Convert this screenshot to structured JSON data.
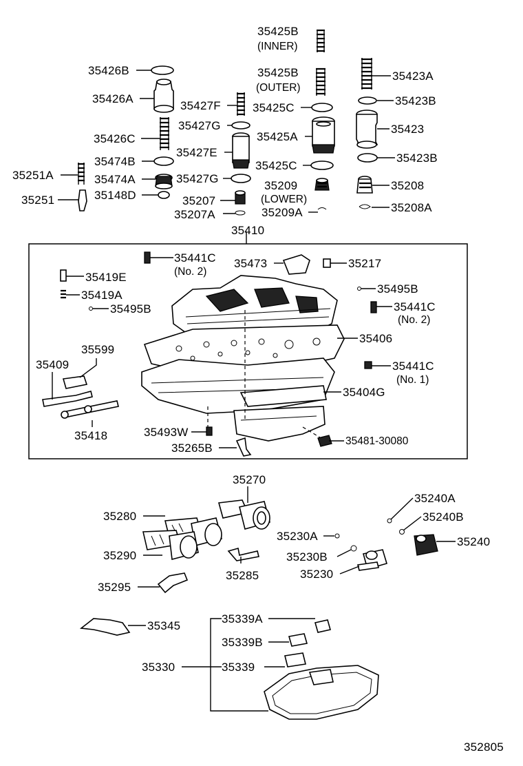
{
  "diagram": {
    "reference_code": "352805",
    "callouts": [
      {
        "id": "c1",
        "text": "35425B"
      },
      {
        "id": "c2",
        "text": "(INNER)"
      },
      {
        "id": "c3",
        "text": "35426B"
      },
      {
        "id": "c4",
        "text": "35425B"
      },
      {
        "id": "c5",
        "text": "(OUTER)"
      },
      {
        "id": "c6",
        "text": "35423A"
      },
      {
        "id": "c7",
        "text": "35426A"
      },
      {
        "id": "c8",
        "text": "35427F"
      },
      {
        "id": "c9",
        "text": "35425C"
      },
      {
        "id": "c10",
        "text": "35423B"
      },
      {
        "id": "c11",
        "text": "35427G"
      },
      {
        "id": "c12",
        "text": "35423"
      },
      {
        "id": "c13",
        "text": "35426C"
      },
      {
        "id": "c14",
        "text": "35425A"
      },
      {
        "id": "c15",
        "text": "35427E"
      },
      {
        "id": "c16",
        "text": "35474B"
      },
      {
        "id": "c17",
        "text": "35425C"
      },
      {
        "id": "c18",
        "text": "35423B"
      },
      {
        "id": "c19",
        "text": "35251A"
      },
      {
        "id": "c20",
        "text": "35474A"
      },
      {
        "id": "c21",
        "text": "35427G"
      },
      {
        "id": "c22",
        "text": "35209"
      },
      {
        "id": "c23",
        "text": "35208"
      },
      {
        "id": "c24",
        "text": "35251"
      },
      {
        "id": "c25",
        "text": "35148D"
      },
      {
        "id": "c26",
        "text": "35207"
      },
      {
        "id": "c27",
        "text": "(LOWER)"
      },
      {
        "id": "c28",
        "text": "35207A"
      },
      {
        "id": "c29",
        "text": "35209A"
      },
      {
        "id": "c30",
        "text": "35208A"
      },
      {
        "id": "c31",
        "text": "35410"
      },
      {
        "id": "c32",
        "text": "35441C"
      },
      {
        "id": "c33",
        "text": "(No. 2)"
      },
      {
        "id": "c34",
        "text": "35473"
      },
      {
        "id": "c35",
        "text": "35217"
      },
      {
        "id": "c36",
        "text": "35419E"
      },
      {
        "id": "c37",
        "text": "35495B"
      },
      {
        "id": "c38",
        "text": "35419A"
      },
      {
        "id": "c39",
        "text": "35441C"
      },
      {
        "id": "c40",
        "text": "35495B"
      },
      {
        "id": "c41",
        "text": "(No. 2)"
      },
      {
        "id": "c42",
        "text": "35406"
      },
      {
        "id": "c43",
        "text": "35599"
      },
      {
        "id": "c44",
        "text": "35409"
      },
      {
        "id": "c45",
        "text": "35441C"
      },
      {
        "id": "c46",
        "text": "(No. 1)"
      },
      {
        "id": "c47",
        "text": "35404G"
      },
      {
        "id": "c48",
        "text": "35418"
      },
      {
        "id": "c49",
        "text": "35493W"
      },
      {
        "id": "c50",
        "text": "35481-30080"
      },
      {
        "id": "c51",
        "text": "35265B"
      },
      {
        "id": "c52",
        "text": "35270"
      },
      {
        "id": "c53",
        "text": "35240A"
      },
      {
        "id": "c54",
        "text": "35280"
      },
      {
        "id": "c55",
        "text": "35240B"
      },
      {
        "id": "c56",
        "text": "35230A"
      },
      {
        "id": "c57",
        "text": "35240"
      },
      {
        "id": "c58",
        "text": "35290"
      },
      {
        "id": "c59",
        "text": "35230B"
      },
      {
        "id": "c60",
        "text": "35285"
      },
      {
        "id": "c61",
        "text": "35230"
      },
      {
        "id": "c62",
        "text": "35295"
      },
      {
        "id": "c63",
        "text": "35339A"
      },
      {
        "id": "c64",
        "text": "35345"
      },
      {
        "id": "c65",
        "text": "35339B"
      },
      {
        "id": "c66",
        "text": "35330"
      },
      {
        "id": "c67",
        "text": "35339"
      }
    ]
  }
}
